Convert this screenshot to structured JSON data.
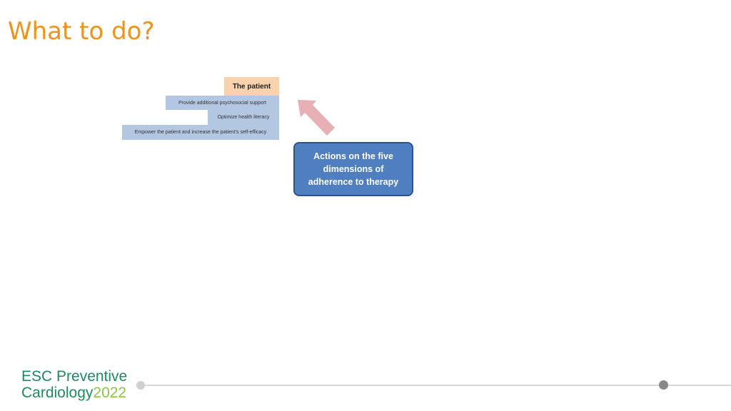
{
  "slide": {
    "title": "What to do?"
  },
  "table": {
    "header": "The patient",
    "rows": [
      "Provide additional psychosocial support",
      "Optimize health literacy",
      "Empower the patient and increase the patient’s self-efficacy"
    ]
  },
  "callout": {
    "line1": "Actions on the five",
    "line2": "dimensions of",
    "line3": "adherence to therapy"
  },
  "footer": {
    "logo_line1": "ESC Preventive",
    "logo_line2_word": "Cardiology",
    "logo_line2_year": "2022"
  },
  "colors": {
    "title": "#f0921e",
    "header_bg": "#fad3ad",
    "row_bg": "#b4c7e2",
    "callout_bg": "#4f7fc0",
    "arrow": "#e6b0b4",
    "logo_green": "#1f8a5e",
    "logo_year": "#8dc63f"
  },
  "icons": {
    "arrow": "up-left-arrow"
  }
}
